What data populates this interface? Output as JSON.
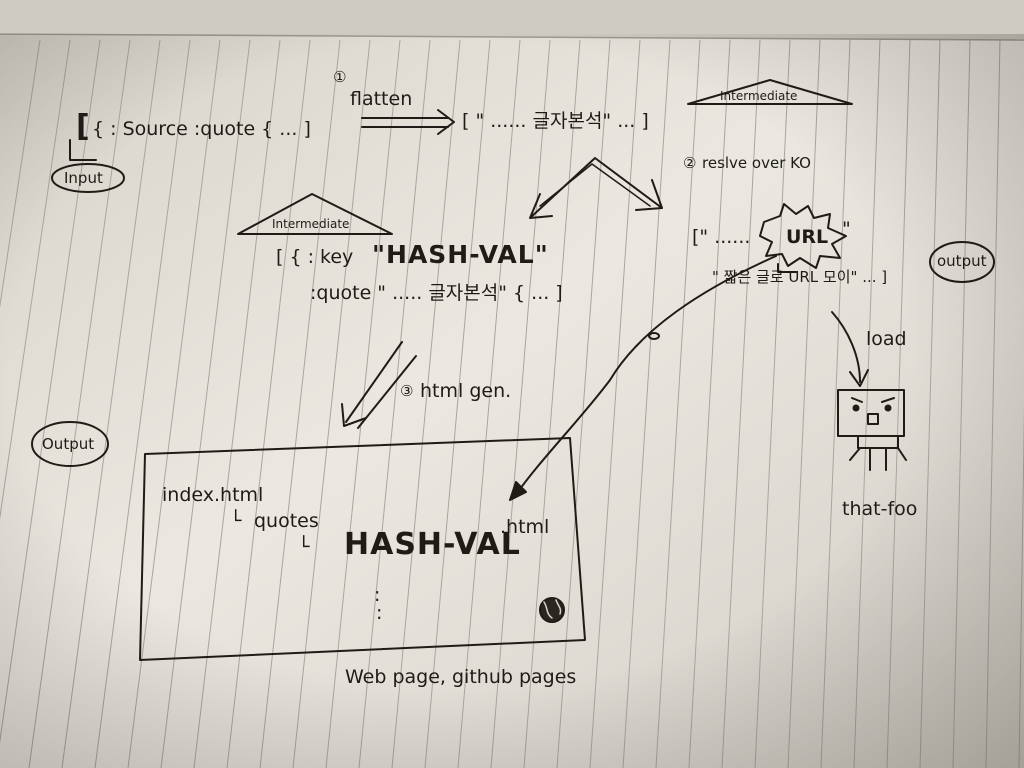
{
  "steps": {
    "step1_number": "①",
    "flatten": "flatten",
    "step2_number": "②",
    "resolve": "reslve over KO",
    "step3_number": "③",
    "html_gen": "html gen."
  },
  "input_block": {
    "badge": "Input",
    "open_bracket": "[",
    "code_line": "{ : Source  :quote { ... ]"
  },
  "flattened_vector": {
    "line": "[ \" ...... 글자본석\" ... ]"
  },
  "intermediate_top": {
    "roof_label": "Intermediate"
  },
  "intermediate_left": {
    "roof_label": "Intermediate",
    "line1_prefix": "[ { : key",
    "line1_value": "\"HASH-VAL\"",
    "line2": ":quote \" ..... 글자본석\" { ... ]"
  },
  "output_right": {
    "badge": "output",
    "line1_prefix": "[\" ......",
    "url_burst": "URL",
    "line1_suffix": "\"",
    "line2": "\" 짧은 글로 URL 모이\" ... ]",
    "load_label": "load",
    "character_label": "that-foo"
  },
  "output_left": {
    "badge": "Output",
    "tree_root": "index.html",
    "tree_folder_prefix": "└",
    "tree_folder": "quotes",
    "tree_file_prefix": "└",
    "tree_file_hash": "HASH-VAL",
    "tree_file_ext": ".html",
    "tree_ellipsis": ":",
    "caption": "Web page, github pages"
  },
  "colors": {
    "paper": "#e7e4dc",
    "ink": "#1f1c18",
    "rule_line": "#a9a5a0"
  }
}
